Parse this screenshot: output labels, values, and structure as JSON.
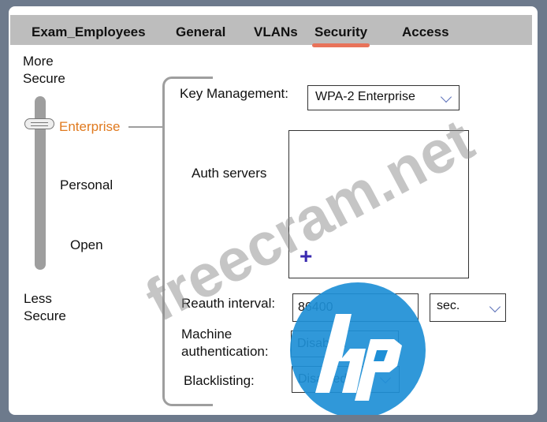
{
  "tabs": [
    {
      "label": "Exam_Employees"
    },
    {
      "label": "General"
    },
    {
      "label": "VLANs"
    },
    {
      "label": "Security"
    },
    {
      "label": "Access"
    }
  ],
  "active_tab": "Security",
  "slider": {
    "top_label_line1": "More",
    "top_label_line2": "Secure",
    "bottom_label_line1": "Less",
    "bottom_label_line2": "Secure",
    "levels": [
      "Enterprise",
      "Personal",
      "Open"
    ],
    "selected": "Enterprise",
    "selected_color": "#e07a1f"
  },
  "form": {
    "key_management_label": "Key Management:",
    "key_management_value": "WPA-2 Enterprise",
    "auth_servers_label": "Auth servers",
    "add_icon": "plus-icon",
    "reauth_label": "Reauth interval:",
    "reauth_value": "86400",
    "reauth_unit": "sec.",
    "machine_auth_label_line1": "Machine",
    "machine_auth_label_line2": "authentication:",
    "machine_auth_value": "Disabled",
    "blacklisting_label": "Blacklisting:",
    "blacklisting_value": "Disabled"
  },
  "watermark_text": "freecram.net",
  "logo_text": "hp",
  "colors": {
    "tab_active_underline": "#e8735a",
    "add_icon": "#3a2ab0",
    "logo": "#1e8fd6"
  }
}
